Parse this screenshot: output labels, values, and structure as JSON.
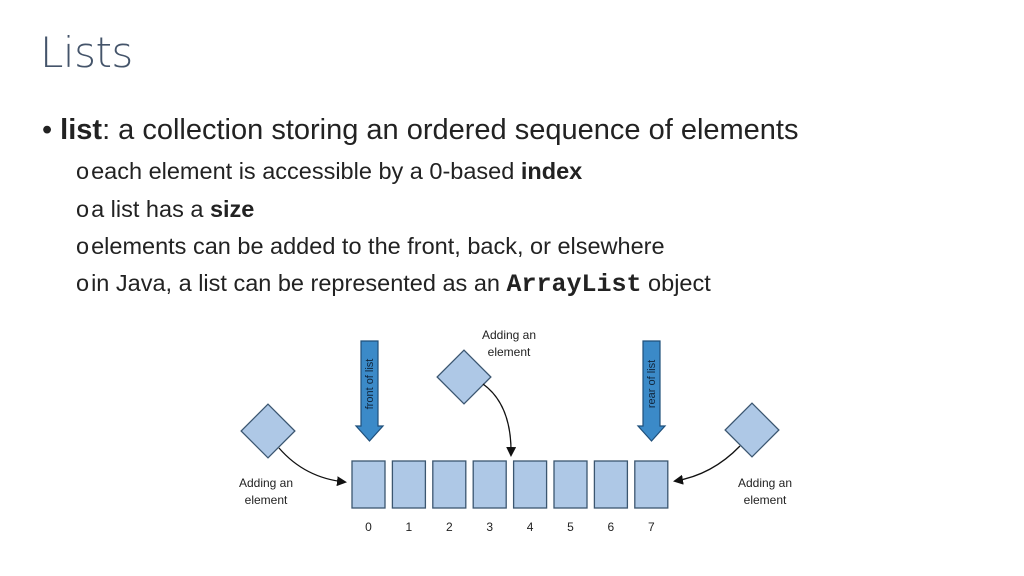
{
  "title": "Lists",
  "bullets": {
    "main_term": "list",
    "main_rest": ": a collection storing an ordered sequence of elements",
    "sub1_pre": "each element is accessible by a 0-based ",
    "sub1_bold": "index",
    "sub2_pre": "a list has a ",
    "sub2_bold": "size",
    "sub3": "elements can be added to the front, back, or elsewhere",
    "sub4_pre": "in Java, a list can be represented as an ",
    "sub4_code": "ArrayList",
    "sub4_post": " object",
    "sub_marker": "o",
    "main_marker": "•"
  },
  "diagram": {
    "indices": [
      "0",
      "1",
      "2",
      "3",
      "4",
      "5",
      "6",
      "7"
    ],
    "front_label": "front of list",
    "rear_label": "rear of list",
    "add_left_line1": "Adding an",
    "add_left_line2": "element",
    "add_middle_line1": "Adding an",
    "add_middle_line2": "element",
    "add_right_line1": "Adding an",
    "add_right_line2": "element",
    "colors": {
      "cell_fill": "#aec8e6",
      "cell_stroke": "#3b5670",
      "pointer_fill": "#3b8ac8",
      "pointer_stroke": "#1f4f7a"
    }
  }
}
